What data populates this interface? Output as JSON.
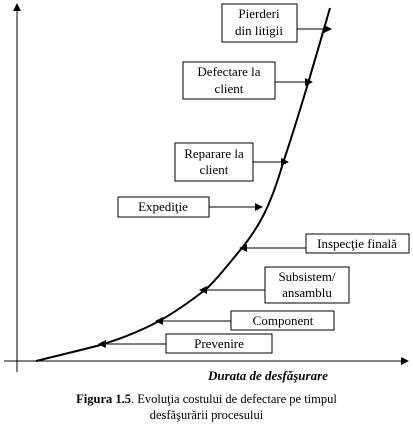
{
  "figure": {
    "axis_title": "Durata de desfăşurare",
    "caption_label": "Figura 1.5",
    "caption_text_1": ". Evoluţia costului de defectare  pe timpul",
    "caption_text_2": "desfăşurării procesului"
  },
  "stages": [
    {
      "id": "prevenire",
      "lines": [
        "Prevenire"
      ]
    },
    {
      "id": "component",
      "lines": [
        "Component"
      ]
    },
    {
      "id": "subsistem",
      "lines": [
        "Subsistem/",
        "ansamblu"
      ]
    },
    {
      "id": "inspectie",
      "lines": [
        "Inspecţie finală"
      ]
    },
    {
      "id": "expeditie",
      "lines": [
        "Expediţie"
      ]
    },
    {
      "id": "reparare",
      "lines": [
        "Reparare la",
        "client"
      ]
    },
    {
      "id": "defectare",
      "lines": [
        "Defectare la",
        "client"
      ]
    },
    {
      "id": "pierderi",
      "lines": [
        "Pierderi",
        "din litigii"
      ]
    }
  ]
}
